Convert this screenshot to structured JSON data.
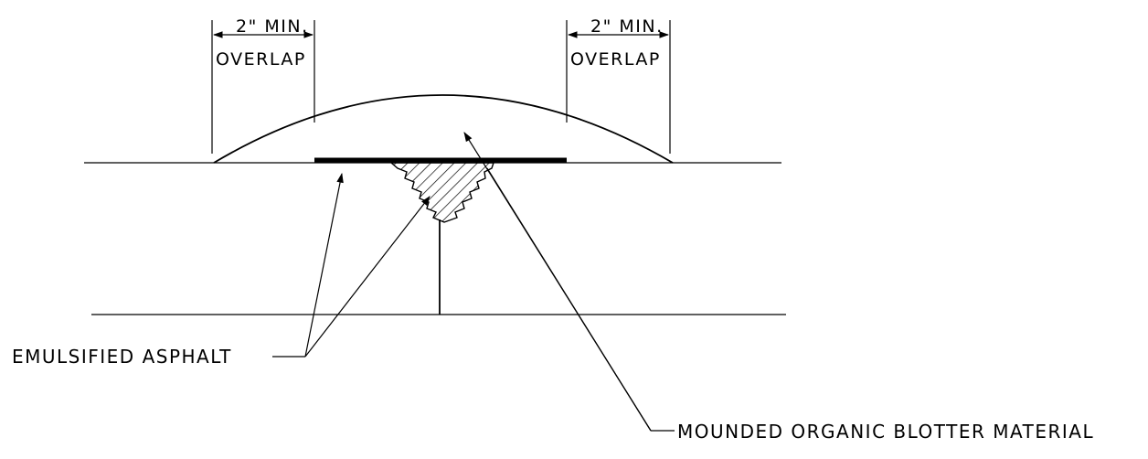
{
  "labels": {
    "left_dimension": "2\" MIN.",
    "left_overlap": "OVERLAP",
    "right_dimension": "2\" MIN.",
    "right_overlap": "OVERLAP",
    "emulsified_asphalt": "EMULSIFIED ASPHALT",
    "blotter_material": "MOUNDED ORGANIC BLOTTER MATERIAL"
  }
}
